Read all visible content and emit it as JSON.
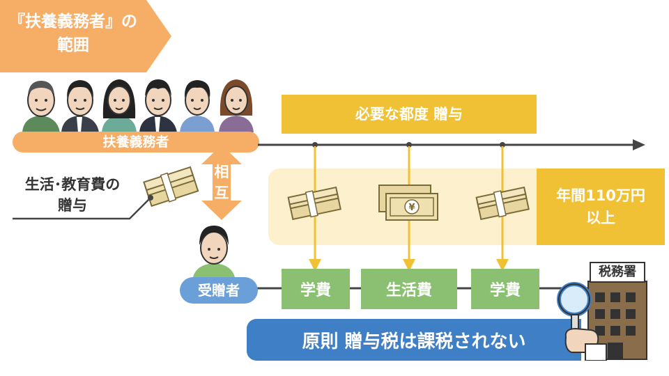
{
  "title": {
    "line1": "『扶養義務者』の",
    "line2": "範囲"
  },
  "supporters_label": "扶養義務者",
  "recipient_label": "受贈者",
  "side_label": {
    "line1": "生活･教育費の",
    "line2": "贈与"
  },
  "mutual": {
    "char1": "相",
    "char2": "互"
  },
  "timeline_header": "必要な都度 贈与",
  "annual": {
    "line1": "年間110万円",
    "line2": "以上"
  },
  "expenses": [
    "学費",
    "生活費",
    "学費"
  ],
  "principle": "原則 贈与税は課税されない",
  "tax_office": "税務署",
  "currency_symbol": "¥",
  "colors": {
    "orange": "#f6ad66",
    "yellow": "#f0c134",
    "cream": "#fdf0cc",
    "green": "#8bbf72",
    "blue": "#3f7fc6",
    "light_blue": "#6a9fd8",
    "timeline": "#444444"
  }
}
